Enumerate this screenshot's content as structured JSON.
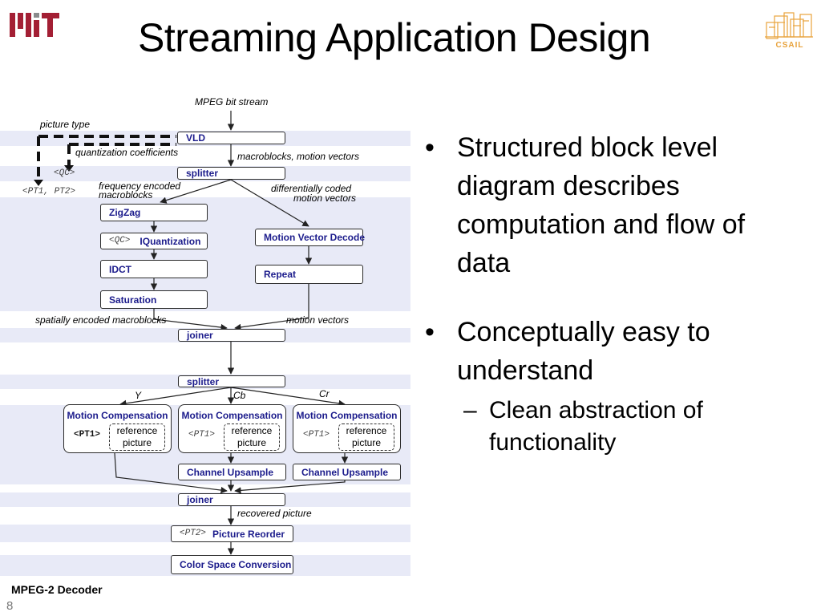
{
  "title": "Streaming Application Design",
  "logos": {
    "left": "MIT",
    "right": "CSAIL"
  },
  "diagram": {
    "blocks": {
      "vld": "VLD",
      "splitter1": "splitter",
      "zigzag": "ZigZag",
      "iquant": "IQuantization",
      "idct": "IDCT",
      "saturation": "Saturation",
      "mvdecode": "Motion Vector Decode",
      "repeat": "Repeat",
      "joiner1": "joiner",
      "splitter2": "splitter",
      "mc": "Motion Compensation",
      "reference": "reference picture",
      "upsample": "Channel Upsample",
      "joiner2": "joiner",
      "reorder": "Picture Reorder",
      "colorspace": "Color Space Conversion"
    },
    "params": {
      "qc": "<QC>",
      "pt1pt2": "<PT1, PT2>",
      "pt1": "<PT1>",
      "pt2": "<PT2>"
    },
    "labels": {
      "mpeg": "MPEG bit stream",
      "picture_type": "picture type",
      "quant_coeff": "quantization coefficients",
      "mb_mv": "macroblocks, motion vectors",
      "freq1": "frequency encoded",
      "freq2": "macroblocks",
      "diff1": "differentially coded",
      "diff2": "motion vectors",
      "spatial": "spatially encoded macroblocks",
      "mv": "motion vectors",
      "y": "Y",
      "cb": "Cb",
      "cr": "Cr",
      "recovered": "recovered picture"
    },
    "caption": "MPEG-2 Decoder"
  },
  "bullets": [
    {
      "text": "Structured block level diagram describes computation and flow of data",
      "sub": []
    },
    {
      "text": "Conceptually easy to understand",
      "sub": [
        "Clean abstraction of functionality"
      ]
    }
  ],
  "bullet_char": "•",
  "sub_bullet_char": "–",
  "page_number": "8",
  "colors": {
    "block_text": "#1c1c8c",
    "band": "#e8eaf7",
    "mit_red": "#a31f34",
    "csail_orange": "#e8a33d"
  }
}
